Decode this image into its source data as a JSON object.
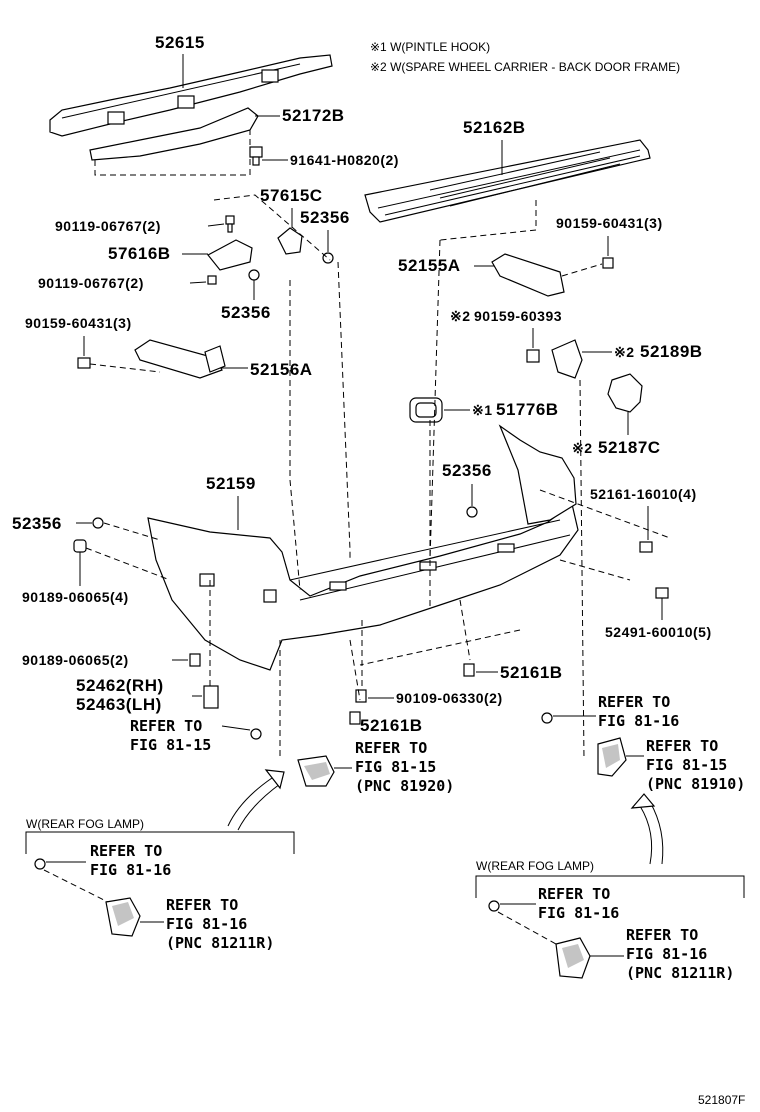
{
  "notes": [
    "※1 W(PINTLE HOOK)",
    "※2 W(SPARE WHEEL CARRIER - BACK DOOR FRAME)"
  ],
  "parts": {
    "p52615": "52615",
    "p52172B": "52172B",
    "p91641": "91641-H0820(2)",
    "p52162B": "52162B",
    "p57615C": "57615C",
    "p52356a": "52356",
    "p90119a": "90119-06767(2)",
    "p57616B": "57616B",
    "p90119b": "90119-06767(2)",
    "p52356b": "52356",
    "p90159a": "90159-60431(3)",
    "p90159b": "90159-60431(3)",
    "p52155A": "52155A",
    "p90159c": "90159-60393",
    "p52189B": "52189B",
    "p52156A": "52156A",
    "p51776B": "51776B",
    "p52187C": "52187C",
    "p52159": "52159",
    "p52356c": "52356",
    "p52356d": "52356",
    "p52161": "52161-16010(4)",
    "p90189a": "90189-06065(4)",
    "p52491": "52491-60010(5)",
    "p90189b": "90189-06065(2)",
    "p52161Ba": "52161B",
    "p52462": "52462(RH)",
    "p52463": "52463(LH)",
    "p90109": "90109-06330(2)",
    "p52161Bb": "52161B"
  },
  "marks": {
    "m1": "※1",
    "m2": "※2"
  },
  "refs": {
    "r1a": "REFER TO",
    "r1b": "FIG 81-15",
    "r2a": "REFER TO",
    "r2b": "FIG 81-16",
    "r3a": "REFER TO",
    "r3b": "FIG 81-15",
    "r3c": "(PNC 81920)",
    "r4a": "REFER TO",
    "r4b": "FIG 81-15",
    "r4c": "(PNC 81910)",
    "r5a": "REFER TO",
    "r5b": "FIG 81-16",
    "r6a": "REFER TO",
    "r6b": "FIG 81-16",
    "r6c": "(PNC 81211R)",
    "r7a": "REFER TO",
    "r7b": "FIG 81-16",
    "r8a": "REFER TO",
    "r8b": "FIG 81-16",
    "r8c": "(PNC 81211R)"
  },
  "fog_left": "W(REAR FOG LAMP)",
  "fog_right": "W(REAR FOG LAMP)",
  "figure_id": "521807F"
}
